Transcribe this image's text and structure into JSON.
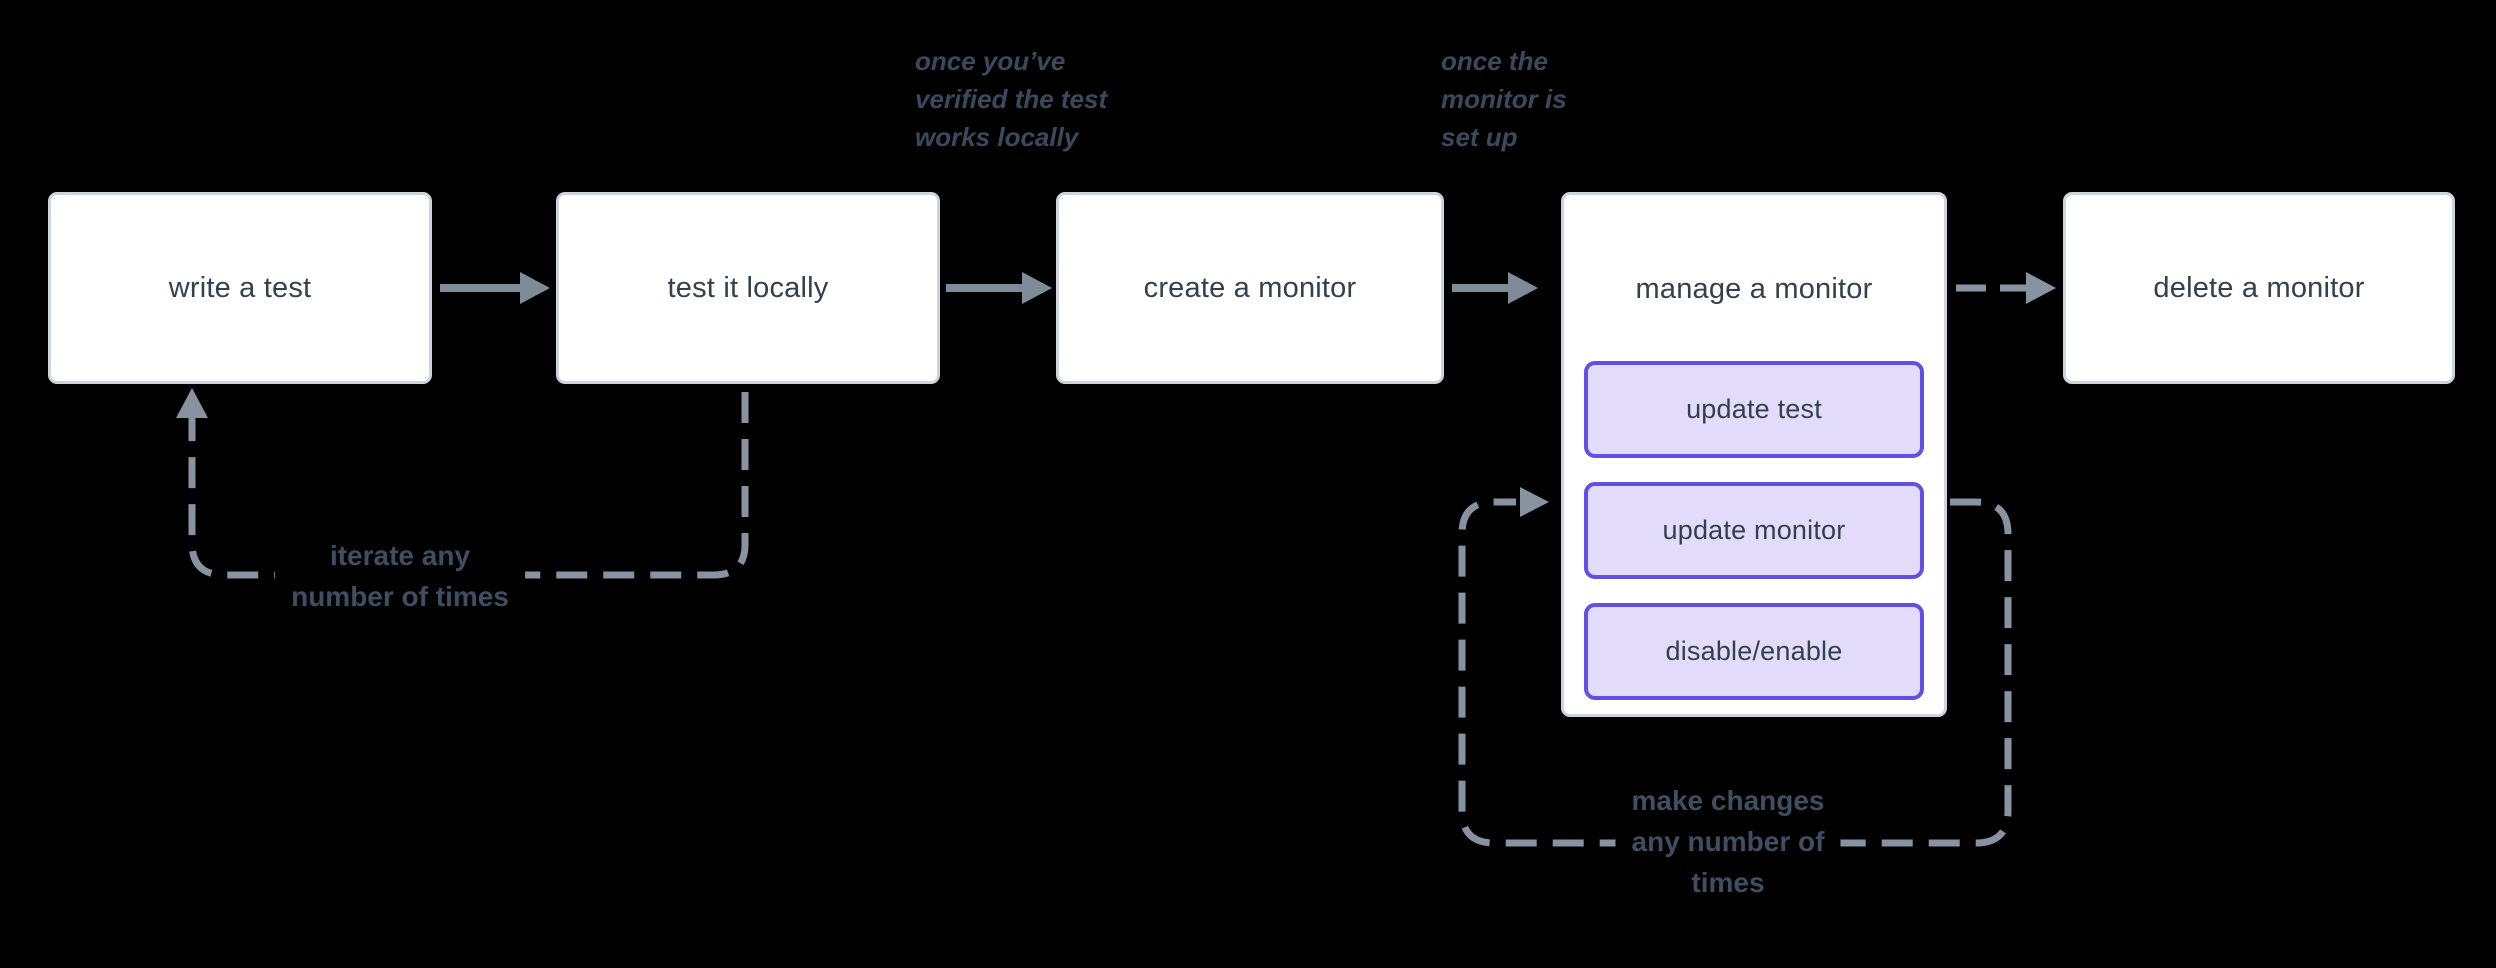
{
  "colors": {
    "page_bg": "#000000",
    "node_fill": "#ffffff",
    "node_border": "#ccd5de",
    "node_text": "#33404d",
    "arrow": "#7e8b99",
    "dash": "#8793a1",
    "annotation_text": "#3a4a5c",
    "loop_label_text": "#3f4f61",
    "subnode_fill": "#e2dcfa",
    "subnode_border": "#6150e6"
  },
  "diagram": {
    "nodes": {
      "write_test": {
        "label": "write a test"
      },
      "test_locally": {
        "label": "test it locally"
      },
      "create_monitor": {
        "label": "create a monitor"
      },
      "manage_monitor": {
        "label": "manage a monitor",
        "actions": {
          "update_test": {
            "label": "update test"
          },
          "update_monitor": {
            "label": "update monitor"
          },
          "disable_enable": {
            "label": "disable/enable"
          }
        }
      },
      "delete_monitor": {
        "label": "delete a monitor"
      }
    },
    "annotations": {
      "after_test": {
        "text": "once you’ve\nverified the test\nworks locally"
      },
      "after_create": {
        "text": "once the\nmonitor is\nset up"
      }
    },
    "loops": {
      "iterate": {
        "label": "iterate any\nnumber of times"
      },
      "make_changes": {
        "label": "make changes\nany number of\ntimes"
      }
    }
  }
}
